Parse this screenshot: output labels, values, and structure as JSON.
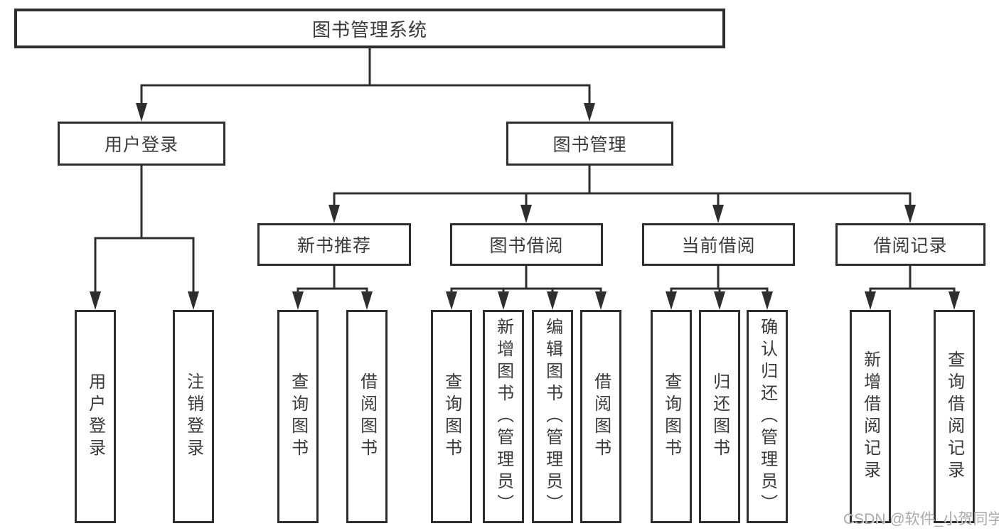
{
  "diagram_title": "图书管理系统",
  "watermark": "CSDN @软件_小贺同学",
  "colors": {
    "line": "#2e2e2e",
    "box_border": "#2e2e2e",
    "box_fill": "#ffffff",
    "text": "#3a3a3a",
    "watermark_text": "#9e9e9e"
  },
  "nodes": {
    "root": {
      "label": "图书管理系统",
      "children": [
        "user_login",
        "book_management"
      ]
    },
    "user_login": {
      "label": "用户登录",
      "children": [
        "user_login_action",
        "logout_action"
      ]
    },
    "book_management": {
      "label": "图书管理",
      "children": [
        "new_book_recommend",
        "book_borrowing",
        "current_borrowing",
        "borrowing_records"
      ]
    },
    "new_book_recommend": {
      "label": "新书推荐",
      "children": [
        "nbr_query_books",
        "nbr_borrow_books"
      ]
    },
    "book_borrowing": {
      "label": "图书借阅",
      "children": [
        "bb_query_books",
        "bb_add_books",
        "bb_edit_books",
        "bb_borrow_books"
      ]
    },
    "current_borrowing": {
      "label": "当前借阅",
      "children": [
        "cb_query_books",
        "cb_return_books",
        "cb_confirm_return"
      ]
    },
    "borrowing_records": {
      "label": "借阅记录",
      "children": [
        "br_add_record",
        "br_query_record"
      ]
    },
    "user_login_action": {
      "label": "用户登录"
    },
    "logout_action": {
      "label": "注销登录"
    },
    "nbr_query_books": {
      "label": "查询图书"
    },
    "nbr_borrow_books": {
      "label": "借阅图书"
    },
    "bb_query_books": {
      "label": "查询图书"
    },
    "bb_add_books": {
      "label": "新增图书（管理员）"
    },
    "bb_edit_books": {
      "label": "编辑图书（管理员）"
    },
    "bb_borrow_books": {
      "label": "借阅图书"
    },
    "cb_query_books": {
      "label": "查询图书"
    },
    "cb_return_books": {
      "label": "归还图书"
    },
    "cb_confirm_return": {
      "label": "确认归还（管理员）"
    },
    "br_add_record": {
      "label": "新增借阅记录"
    },
    "br_query_record": {
      "label": "查询借阅记录"
    }
  }
}
